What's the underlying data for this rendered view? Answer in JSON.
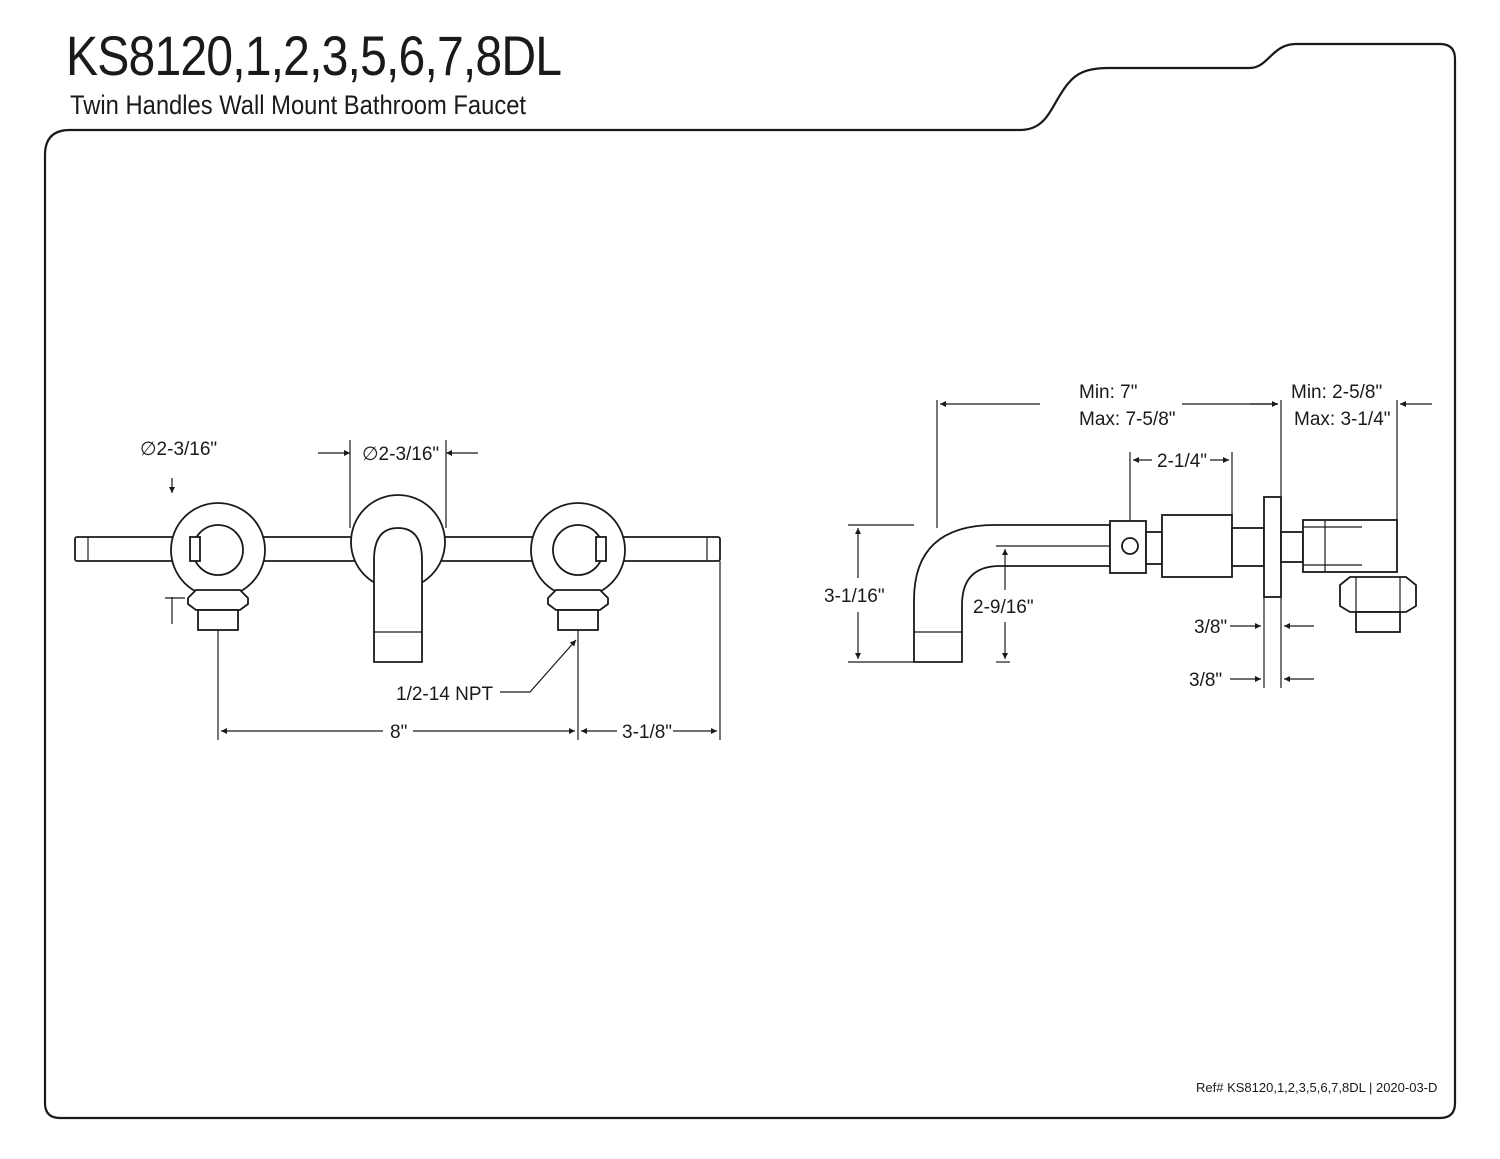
{
  "header": {
    "title": "KS8120,1,2,3,5,6,7,8DL",
    "subtitle": "Twin Handles Wall Mount Bathroom Faucet"
  },
  "front_view": {
    "handle_diameter": "∅2-3/16\"",
    "spout_diameter": "∅2-3/16\"",
    "thread_label": "1/2-14 NPT",
    "spacing": "8\"",
    "handle_overhang": "3-1/8\""
  },
  "side_view": {
    "spout_reach_min": "Min: 7\"",
    "spout_reach_max": "Max: 7-5/8\"",
    "wall_depth_min": "Min: 2-5/8\"",
    "wall_depth_max": "Max: 3-1/4\"",
    "body_length": "2-1/4\"",
    "spout_height": "3-1/16\"",
    "outlet_height": "2-9/16\"",
    "flange_thickness_upper": "3/8\"",
    "flange_thickness_lower": "3/8\""
  },
  "footer": {
    "reference": "Ref# KS8120,1,2,3,5,6,7,8DL | 2020-03-D"
  }
}
